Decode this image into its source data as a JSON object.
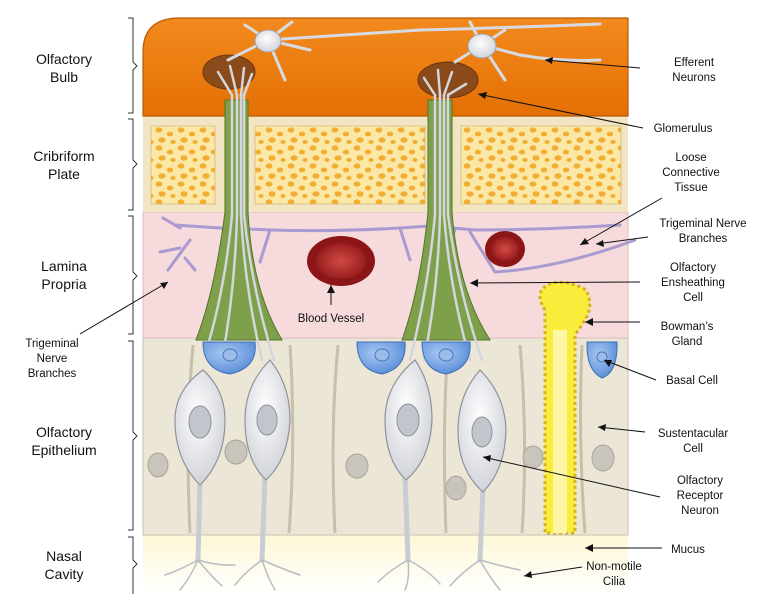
{
  "regions": [
    {
      "id": "bulb",
      "lines": [
        "Olfactory",
        "Bulb"
      ]
    },
    {
      "id": "cribriform",
      "lines": [
        "Cribriform",
        "Plate"
      ]
    },
    {
      "id": "lamina",
      "lines": [
        "Lamina",
        "Propria"
      ]
    },
    {
      "id": "epithelium",
      "lines": [
        "Olfactory",
        "Epithelium"
      ]
    },
    {
      "id": "nasal",
      "lines": [
        "Nasal",
        "Cavity"
      ]
    }
  ],
  "callouts": {
    "efferent": [
      "Efferent",
      "Neurons"
    ],
    "glomerulus": [
      "Glomerulus"
    ],
    "loose": [
      "Loose",
      "Connective",
      "Tissue"
    ],
    "trigeminal_right": [
      "Trigeminal Nerve",
      "Branches"
    ],
    "ensheathing": [
      "Olfactory",
      "Ensheathing",
      "Cell"
    ],
    "bowman": [
      "Bowman’s",
      "Gland"
    ],
    "basal": [
      "Basal Cell"
    ],
    "sustentacular": [
      "Sustentacular",
      "Cell"
    ],
    "receptor": [
      "Olfactory",
      "Receptor",
      "Neuron"
    ],
    "mucus": [
      "Mucus"
    ],
    "cilia": [
      "Non-motile",
      "Cilia"
    ],
    "trigeminal_left": [
      "Trigeminal",
      "Nerve",
      "Branches"
    ],
    "blood_vessel": [
      "Blood Vessel"
    ]
  },
  "colors": {
    "bulb": "#f07f0a",
    "cribriform": "#fbe7a6",
    "cribriform_dots": "#f2ad33",
    "lamina": "#f7dadb",
    "epithelium": "#ece6d6",
    "mucus": "#fdf9dc",
    "sustentacular_nucleus": "#c9c5bc",
    "neuron": "#eceef2",
    "basal_cell": "#6f9ee0",
    "blood_vessel": "#c0282a",
    "bowman_gland": "#f9ec3b",
    "ensheathing_cell": "#7fa04a",
    "trigeminal": "#a99bd0"
  }
}
